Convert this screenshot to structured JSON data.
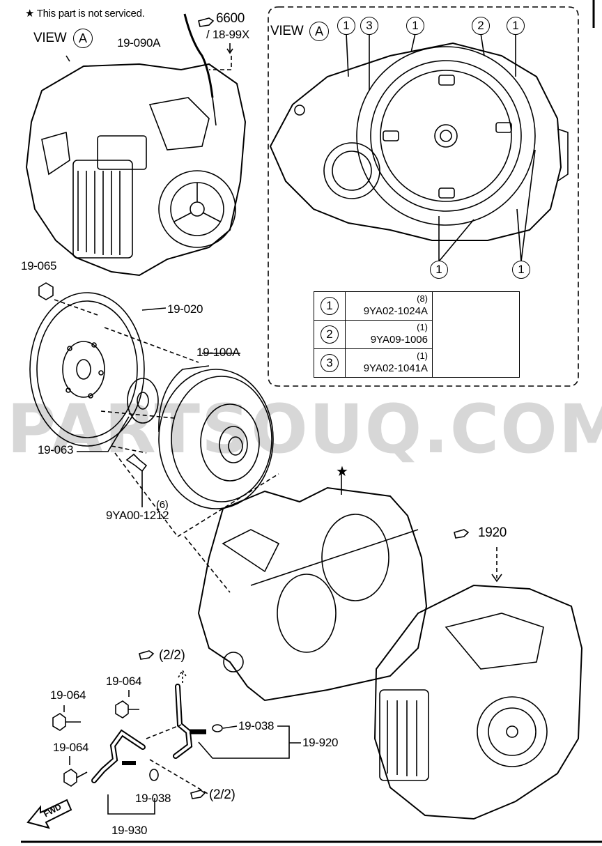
{
  "note": "★ This part is not serviced.",
  "view_label": "VIEW",
  "view_letter": "A",
  "refs": {
    "ref_6600": "6600",
    "ref_1899x": "/ 18-99X",
    "ref_1920": "1920",
    "ref_22_upper": "(2/2)",
    "ref_22_lower": "(2/2)"
  },
  "parts": {
    "p19090a": "19-090A",
    "p19065": "19-065",
    "p19020": "19-020",
    "p19100a": "19-100A",
    "p19063": "19-063",
    "p9ya001212": "9YA00-1212",
    "p9ya001212_qty": "(6)",
    "p19064_a": "19-064",
    "p19064_b": "19-064",
    "p19064_c": "19-064",
    "p19038_a": "19-038",
    "p19038_b": "19-038",
    "p19920": "19-920",
    "p19930": "19-930",
    "star": "★",
    "fwd": "FWD"
  },
  "callouts": [
    "1",
    "3",
    "1",
    "2",
    "1",
    "1",
    "1"
  ],
  "legend": [
    {
      "num": "1",
      "qty": "(8)",
      "part": "9YA02-1024A"
    },
    {
      "num": "2",
      "qty": "(1)",
      "part": "9YA09-1006"
    },
    {
      "num": "3",
      "qty": "(1)",
      "part": "9YA02-1041A"
    }
  ],
  "watermark": "PARTSOUQ.COM"
}
